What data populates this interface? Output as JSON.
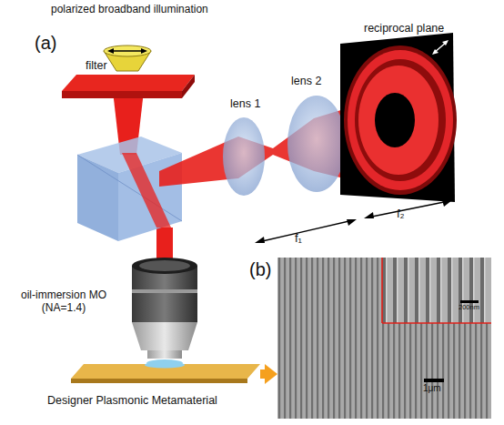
{
  "diagram": {
    "nodes": [
      {
        "text": [
          "filter"
        ]
      },
      {
        "text": [
          "lens 1"
        ]
      },
      {
        "text": [
          "lens 2"
        ]
      },
      {
        "text": [
          "reciprocal plane"
        ]
      },
      {
        "text": [
          "oil-immersion MO (NA=1.4)"
        ]
      },
      {
        "text": [
          "Designer Plasmonic Metamaterial"
        ]
      },
      {
        "text": [
          "(b)",
          "1μm"
        ]
      },
      {
        "text": [
          "200nm"
        ],
        "in": 6
      }
    ],
    "edges": [
      {
        "from": 5,
        "to": 6,
        "arrow": "to"
      }
    ],
    "labels": [
      "(a)",
      "polarized broadband illumination",
      "f₁",
      "f₂"
    ]
  }
}
